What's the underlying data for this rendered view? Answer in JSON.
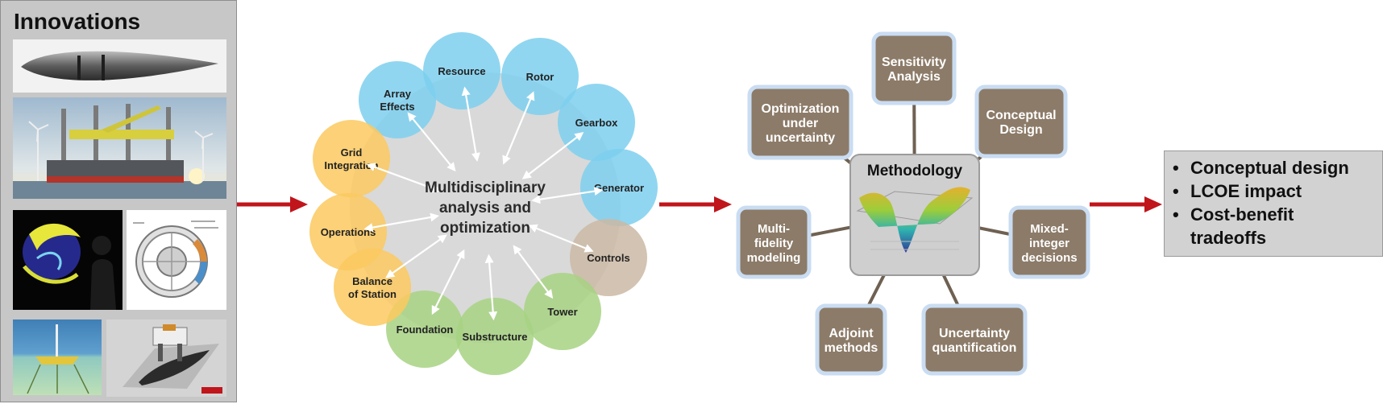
{
  "innovations": {
    "title": "Innovations"
  },
  "mdao": {
    "hub_lines": [
      "Multidisciplinary",
      "analysis and",
      "optimization"
    ],
    "nodes": [
      {
        "lines": [
          "Array",
          "Effects"
        ],
        "group": "blue"
      },
      {
        "lines": [
          "Resource"
        ],
        "group": "blue"
      },
      {
        "lines": [
          "Rotor"
        ],
        "group": "blue"
      },
      {
        "lines": [
          "Gearbox"
        ],
        "group": "blue"
      },
      {
        "lines": [
          "Generator"
        ],
        "group": "blue"
      },
      {
        "lines": [
          "Controls"
        ],
        "group": "tan"
      },
      {
        "lines": [
          "Tower"
        ],
        "group": "green"
      },
      {
        "lines": [
          "Substructure"
        ],
        "group": "green"
      },
      {
        "lines": [
          "Foundation"
        ],
        "group": "green"
      },
      {
        "lines": [
          "Balance",
          "of Station"
        ],
        "group": "orange"
      },
      {
        "lines": [
          "Operations"
        ],
        "group": "orange"
      },
      {
        "lines": [
          "Grid",
          "Integration"
        ],
        "group": "orange"
      }
    ]
  },
  "methodology": {
    "title": "Methodology",
    "items": [
      {
        "lines": [
          "Sensitivity",
          "Analysis"
        ]
      },
      {
        "lines": [
          "Conceptual",
          "Design"
        ]
      },
      {
        "lines": [
          "Mixed-",
          "integer",
          "decisions"
        ]
      },
      {
        "lines": [
          "Uncertainty",
          "quantification"
        ]
      },
      {
        "lines": [
          "Adjoint",
          "methods"
        ]
      },
      {
        "lines": [
          "Multi-",
          "fidelity",
          "modeling"
        ]
      },
      {
        "lines": [
          "Optimization",
          "under",
          "uncertainty"
        ]
      }
    ]
  },
  "outcomes": {
    "bullets": [
      "Conceptual design",
      "LCOE impact",
      "Cost-benefit tradeoffs"
    ],
    "bullet_lines": [
      [
        "Conceptual design"
      ],
      [
        "LCOE impact"
      ],
      [
        "Cost-benefit",
        "tradeoffs"
      ]
    ]
  },
  "colors": {
    "blue": "#7ccfee",
    "orange": "#fcc95f",
    "green": "#a7d282",
    "tan": "#cbb8a5",
    "arrow_red": "#c0151b",
    "method_box": "#8c7b68"
  }
}
